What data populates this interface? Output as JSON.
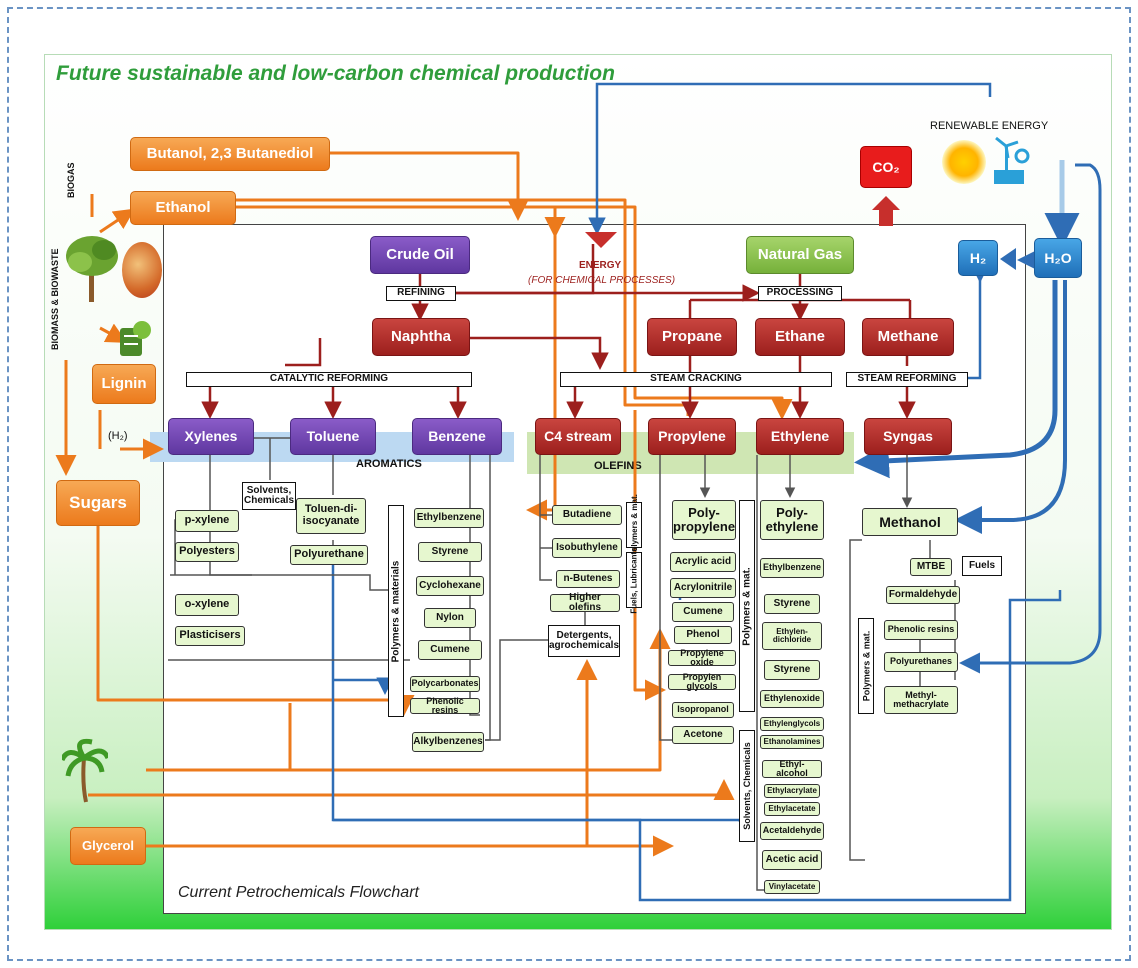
{
  "title": "Future sustainable and low-carbon chemical production",
  "subtitle": "Current Petrochemicals Flowchart",
  "renewable_energy": "RENEWABLE ENERGY",
  "co2": "CO₂",
  "h2": "H₂",
  "h2o": "H₂O",
  "energy": "ENERGY",
  "energy_note": "(FOR CHEMICAL PROCESSES)",
  "biogas": "BIOGAS",
  "biomass": "BIOMASS & BIOWASTE",
  "h2_small": "(H₂)",
  "bio_nodes": {
    "butanol": "Butanol, 2,3 Butanediol",
    "ethanol": "Ethanol",
    "lignin": "Lignin",
    "sugars": "Sugars",
    "glycerol": "Glycerol"
  },
  "feedstocks": {
    "crude_oil": "Crude Oil",
    "natural_gas": "Natural Gas"
  },
  "processes": {
    "refining": "REFINING",
    "processing": "PROCESSING",
    "catalytic_reforming": "CATALYTIC REFORMING",
    "steam_cracking": "STEAM CRACKING",
    "steam_reforming": "STEAM REFORMING"
  },
  "intermediates": {
    "naphtha": "Naphtha",
    "propane": "Propane",
    "ethane": "Ethane",
    "methane": "Methane"
  },
  "aromatics": {
    "band": "AROMATICS",
    "xylenes": "Xylenes",
    "toluene": "Toluene",
    "benzene": "Benzene"
  },
  "olefins": {
    "band": "OLEFINS",
    "c4": "C4 stream",
    "propylene": "Propylene",
    "ethylene": "Ethylene"
  },
  "syngas": "Syngas",
  "methanol": "Methanol",
  "products": {
    "p_xylene": "p-xylene",
    "polyesters": "Polyesters",
    "o_xylene": "o-xylene",
    "plasticisers": "Plasticisers",
    "solvents_chem": "Solvents, Chemicals",
    "toluen_di": "Toluen-di-isocyanate",
    "polyurethane": "Polyurethane",
    "ethylbenzene_a": "Ethylbenzene",
    "styrene_a": "Styrene",
    "cyclohexane": "Cyclohexane",
    "nylon": "Nylon",
    "cumene_a": "Cumene",
    "polycarbonates": "Polycarbonates",
    "phenolic_resins_a": "Phenolic resins",
    "alkylbenzenes": "Alkylbenzenes",
    "butadiene": "Butadiene",
    "isobuthylene": "Isobuthylene",
    "n_butenes": "n-Butenes",
    "higher_olefins": "Higher olefins",
    "detergents": "Detergents, agrochemicals",
    "polypropylene": "Poly-propylene",
    "acrylic_acid": "Acrylic acid",
    "acrylonitrile": "Acrylonitrile",
    "cumene_b": "Cumene",
    "phenol": "Phenol",
    "propylene_oxide": "Propylene oxide",
    "propylen_glycols": "Propylen glycols",
    "isopropanol": "Isopropanol",
    "acetone": "Acetone",
    "polyethylene": "Poly-ethylene",
    "ethylbenzene_b": "Ethylbenzene",
    "styrene_b": "Styrene",
    "ethylen_dichloride": "Ethylen-dichloride",
    "styrene_c": "Styrene",
    "ethylenoxide": "Ethylenoxide",
    "ethylenglycols": "Ethylenglycols",
    "ethanolamines": "Ethanolamines",
    "ethyl_alcohol": "Ethyl-alcohol",
    "ethylacrylate": "Ethylacrylate",
    "ethylacetate": "Ethylacetate",
    "acetaldehyde": "Acetaldehyde",
    "acetic_acid": "Acetic acid",
    "vinylacetate": "Vinylacetate",
    "mtbe": "MTBE",
    "fuels": "Fuels",
    "formaldehyde": "Formaldehyde",
    "phenolic_resins_m": "Phenolic resins",
    "polyurethanes_m": "Polyurethanes",
    "methyl_methacrylate": "Methyl-methacrylate"
  },
  "vertical_labels": {
    "polymers_materials": "Polymers & materials",
    "polymers_mat_c4": "Polymers & mat.",
    "fuels_lubricants": "Fuels, Lubricants",
    "polymers_mat_prop": "Polymers & mat.",
    "solvents_chemicals": "Solvents, Chemicals",
    "polymers_mat_meth": "Polymers & mat."
  },
  "colors": {
    "bio_orange": "#ec7a1c",
    "fossil_red": "#9c1f1d",
    "aromatic_purple": "#5f37a0",
    "renewable_blue": "#1f6fb8",
    "olefin_band": "#cfe6b3",
    "aromatic_band": "#bcd9f2",
    "title_green": "#2f9d3b"
  }
}
